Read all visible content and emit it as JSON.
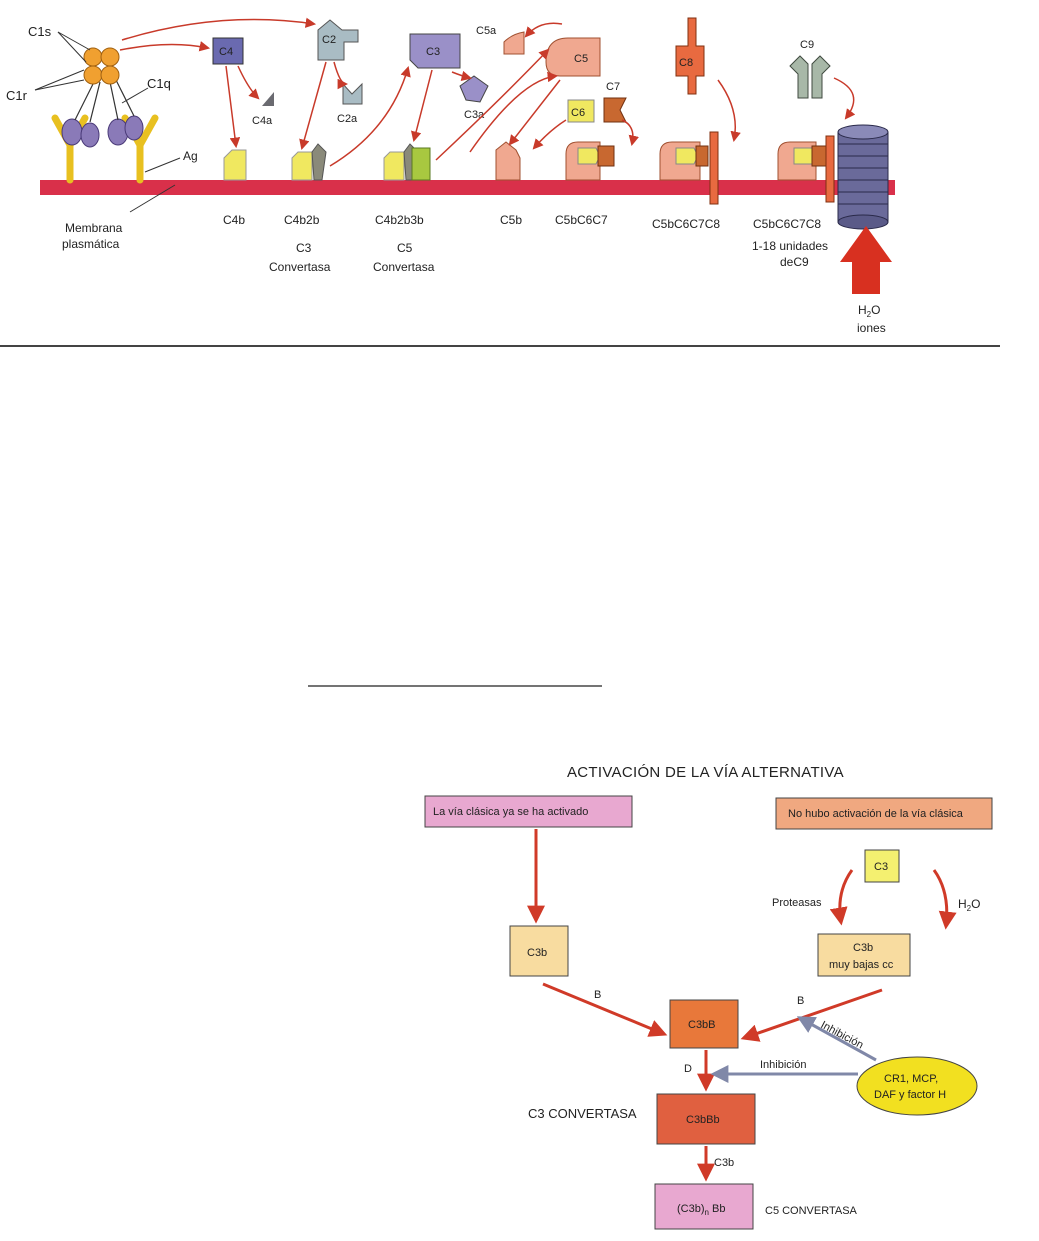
{
  "classical": {
    "labels": {
      "c1s": "C1s",
      "c1r": "C1r",
      "c1q": "C1q",
      "ag": "Ag",
      "membrana1": "Membrana",
      "membrana2": "plasmática",
      "c4": "C4",
      "c4a": "C4a",
      "c2": "C2",
      "c2a": "C2a",
      "c3": "C3",
      "c3a": "C3a",
      "c5a": "C5a",
      "c5": "C5",
      "c6": "C6",
      "c7": "C7",
      "c8": "C8",
      "c9": "C9",
      "c4b": "C4b",
      "c4b2b": "C4b2b",
      "c3conv1": "C3",
      "c3conv2": "Convertasa",
      "c4b2b3b": "C4b2b3b",
      "c5conv1": "C5",
      "c5conv2": "Convertasa",
      "c5b": "C5b",
      "c5bc6c7": "C5bC6C7",
      "c5bc6c7c8": "C5bC6C7C8",
      "c5bc6c7c8b": "C5bC6C7C8",
      "c9units1": "1-18 unidades",
      "c9units2": "deC9",
      "h2o_h": "H",
      "h2o_sub": "2",
      "h2o_o": "O",
      "iones": "iones"
    },
    "colors": {
      "membrane": "#d9304a",
      "arrow": "#c83a2a",
      "c1": "#f0a030",
      "antibody": "#e8c020",
      "c1q_head": "#8a7ab8",
      "c4": "#6a6ab0",
      "c2": "#a9bcc4",
      "c3": "#9a90c8",
      "c4b": "#f0e860",
      "c5": "#f0a890",
      "c6": "#f0e860",
      "c7": "#c86830",
      "c8": "#e86a40",
      "c9": "#a8b8a8",
      "pore": "#6a6a9a",
      "h2o_arrow": "#d83020"
    }
  },
  "alternative": {
    "title": "ACTIVACIÓN DE LA VÍA ALTERNATIVA",
    "box_classic_done": "La vía clásica ya se ha activado",
    "box_no_classic": "No hubo activación de la vía clásica",
    "box_c3": "C3",
    "label_proteasas": "Proteasas",
    "label_h2o_h": "H",
    "label_h2o_sub": "2",
    "label_h2o_o": "O",
    "box_c3b_left": "C3b",
    "box_c3b_right_1": "C3b",
    "box_c3b_right_2": "muy bajas cc",
    "label_b_left": "B",
    "label_b_right": "B",
    "box_c3bb": "C3bB",
    "label_inhibicion_diag": "Inhibición",
    "label_inhibicion": "Inhibición",
    "label_d": "D",
    "oval_1": "CR1, MCP,",
    "oval_2": "DAF y factor H",
    "label_c3_convertasa": "C3 CONVERTASA",
    "box_c3bbb": "C3bBb",
    "label_c3b": "C3b",
    "box_c3bn_base": "(C3b)",
    "box_c3bn_sub": "n",
    "box_c3bn_tail": " Bb",
    "label_c5_convertasa": "C5 CONVERTASA",
    "colors": {
      "pink": "#e8a8d0",
      "salmon": "#f0a880",
      "yellow": "#f4f070",
      "cream": "#f8dca0",
      "orange": "#e8783a",
      "red_orange": "#e06040",
      "oval": "#f2e020",
      "arrow_red": "#d03a28",
      "arrow_gray": "#8088a8"
    }
  }
}
